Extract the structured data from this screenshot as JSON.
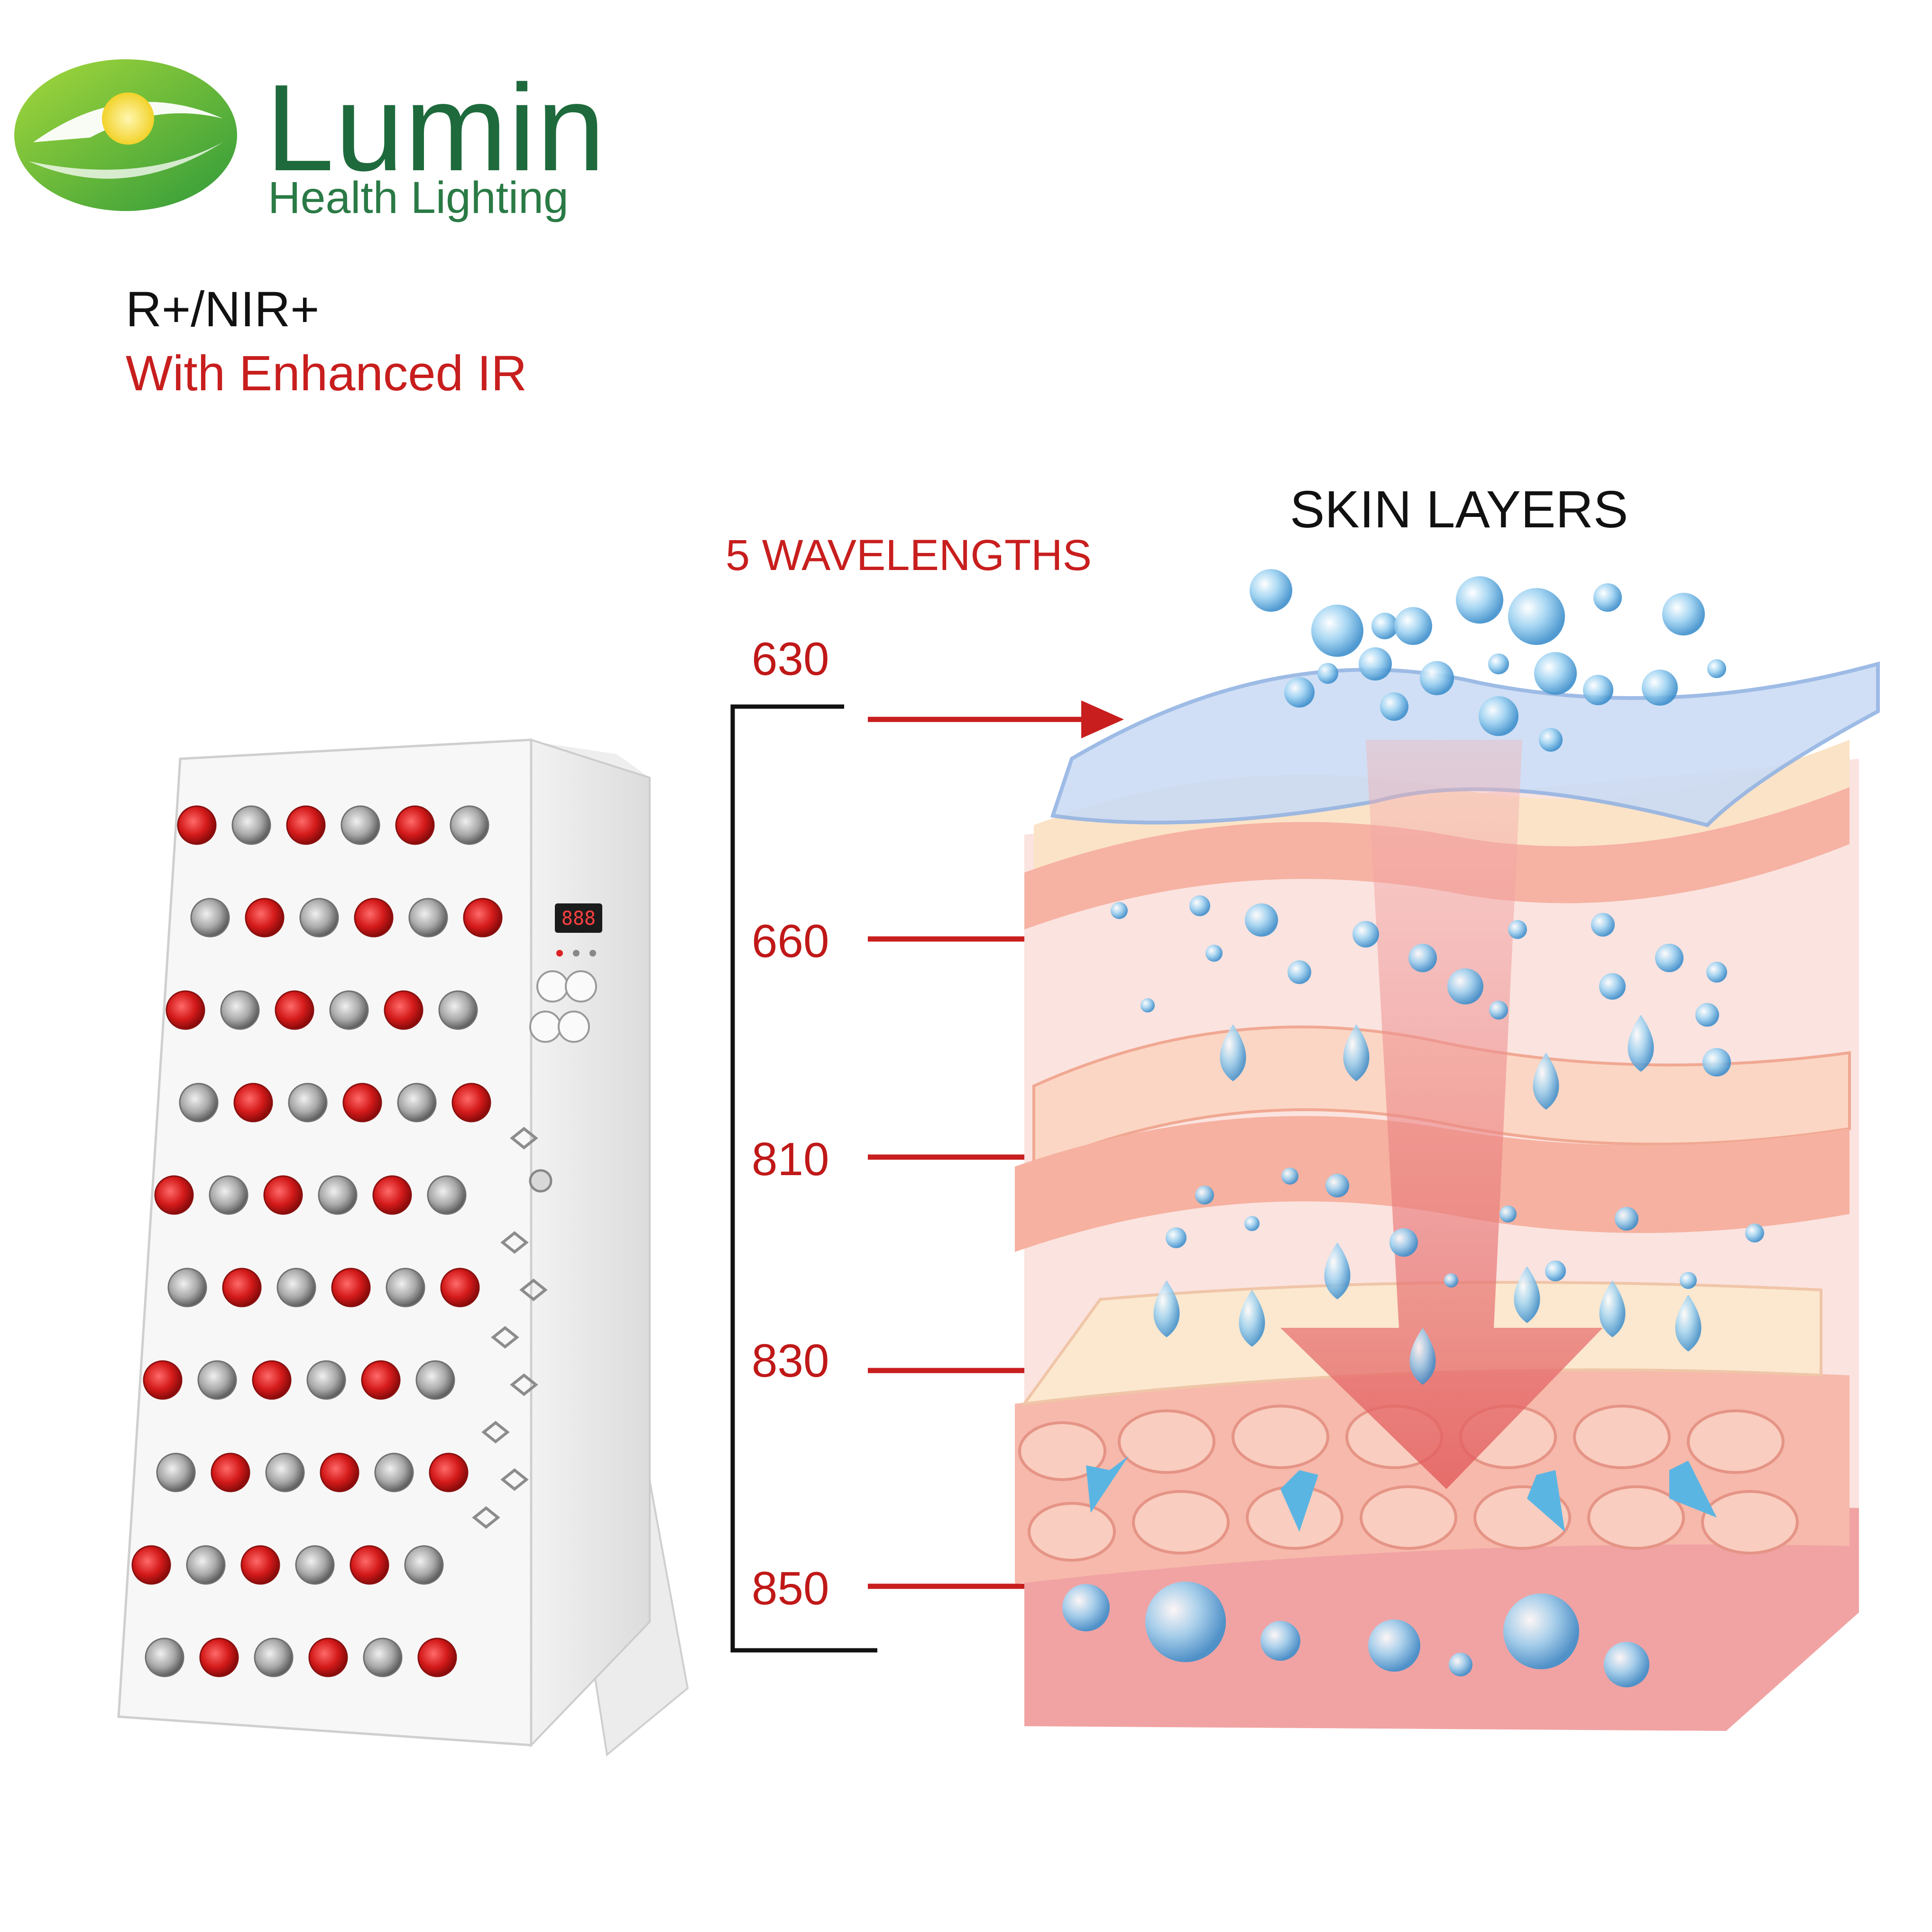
{
  "brand": {
    "name": "Lumin",
    "tagline": "Health Lighting",
    "logo_icon": "sunrise-leaf-icon",
    "color": "#1e6a3c"
  },
  "product": {
    "spec_line": "R+/NIR+",
    "feature_line": "With Enhanced IR",
    "accent_color": "#c81e1e"
  },
  "wavelengths": {
    "title": "5 WAVELENGTHS",
    "items": [
      "630",
      "660",
      "810",
      "830",
      "850"
    ]
  },
  "skin": {
    "title": "SKIN LAYERS"
  }
}
